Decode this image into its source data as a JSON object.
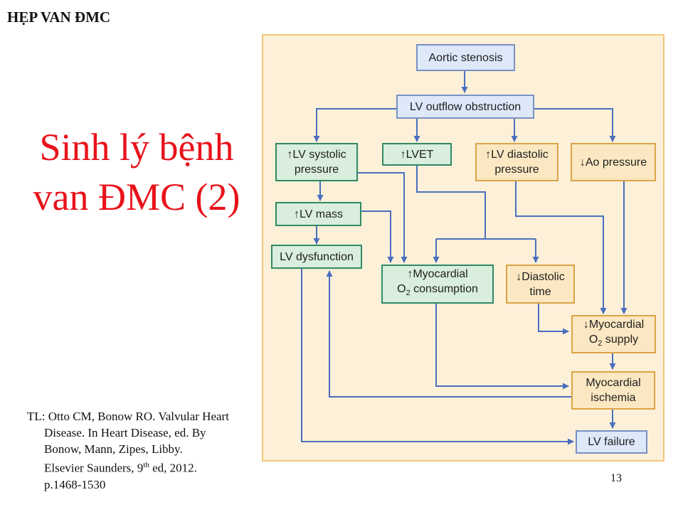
{
  "slide": {
    "header": "HẸP VAN ĐMC",
    "title_line1": "Sinh lý bệnh",
    "title_line2": "van ĐMC (2)",
    "page_number": "13"
  },
  "reference": {
    "line1": "TL: Otto CM, Bonow RO. Valvular Heart",
    "line2": "Disease. In Heart Disease, ed. By",
    "line3": "Bonow, Mann, Zipes, Libby.",
    "line4_pre": "Elsevier Saunders, 9",
    "line4_sup": "th",
    "line4_post": " ed, 2012.",
    "line5": "p.1468-1530"
  },
  "diagram": {
    "nodes": {
      "aortic_stenosis": {
        "label": "Aortic stenosis"
      },
      "lv_outflow_obstruction": {
        "label": "LV outflow obstruction"
      },
      "lv_systolic_pressure": {
        "arrow": "↑",
        "line1": "LV systolic",
        "line2": "pressure"
      },
      "lvet": {
        "arrow": "↑",
        "line1": "LVET"
      },
      "lv_diastolic_pressure": {
        "arrow": "↑",
        "line1": "LV diastolic",
        "line2": "pressure"
      },
      "ao_pressure": {
        "arrow": "↓",
        "line1": "Ao pressure"
      },
      "lv_mass": {
        "arrow": "↑",
        "line1": "LV mass"
      },
      "lv_dysfunction": {
        "label": "LV dysfunction"
      },
      "myocardial_o2_consumption": {
        "arrow": "↑",
        "line1": "Myocardial",
        "line2_pre": "O",
        "line2_sub": "2",
        "line2_post": " consumption"
      },
      "diastolic_time": {
        "arrow": "↓",
        "line1": "Diastolic",
        "line2": "time"
      },
      "myocardial_o2_supply": {
        "arrow": "↓",
        "line1": "Myocardial",
        "line2_pre": "O",
        "line2_sub": "2",
        "line2_post": " supply"
      },
      "myocardial_ischemia": {
        "line1": "Myocardial",
        "line2": "ischemia"
      },
      "lv_failure": {
        "label": "LV failure"
      }
    },
    "colors": {
      "blue_fill": "#dde8f8",
      "green_fill": "#d9eedd",
      "orange_fill": "#fbe8c2",
      "arrow": "#4a6fbd",
      "panel": "#fcf0d9"
    }
  }
}
